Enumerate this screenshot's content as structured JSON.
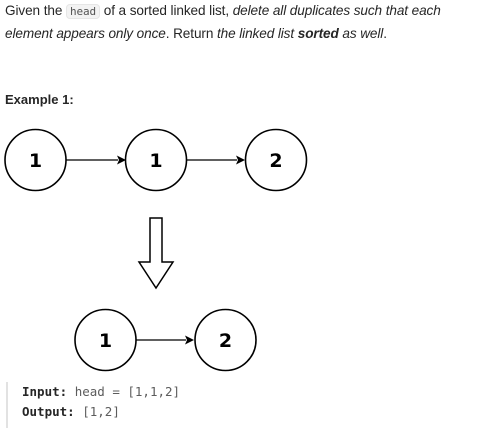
{
  "problem": {
    "desc_p1": "Given the ",
    "code_head": "head",
    "desc_p2": " of a sorted linked list, ",
    "desc_em1": "delete all duplicates such that each element appears only once",
    "desc_p3": ". Return ",
    "desc_em2a": "the linked list ",
    "desc_strong": "sorted",
    "desc_em2b": " as well",
    "desc_p4": "."
  },
  "example": {
    "title": "Example 1:",
    "input_list": [
      "1",
      "1",
      "2"
    ],
    "output_list": [
      "1",
      "2"
    ],
    "input_label": "Input:",
    "input_value": "head = [1,1,2]",
    "output_label": "Output:",
    "output_value": "[1,2]"
  }
}
